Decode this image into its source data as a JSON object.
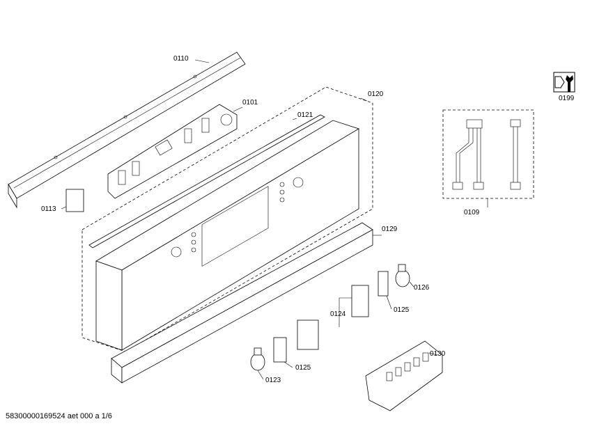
{
  "parts": [
    {
      "id": "rail",
      "label": "0110"
    },
    {
      "id": "control-module",
      "label": "0101"
    },
    {
      "id": "seal-strip",
      "label": "0121"
    },
    {
      "id": "control-panel-assembly",
      "label": "0120"
    },
    {
      "id": "service-tool",
      "label": "0199"
    },
    {
      "id": "cable-harness",
      "label": "0109"
    },
    {
      "id": "clip",
      "label": "0113"
    },
    {
      "id": "bottom-strip",
      "label": "0129"
    },
    {
      "id": "knob-right",
      "label": "0126"
    },
    {
      "id": "holder-right",
      "label": "0125"
    },
    {
      "id": "switch-block",
      "label": "0124"
    },
    {
      "id": "holder-left",
      "label": "0125"
    },
    {
      "id": "knob-left",
      "label": "0123"
    },
    {
      "id": "connector-cover",
      "label": "0130"
    }
  ],
  "footer": "58300000169524 aet 000 a 1/6"
}
